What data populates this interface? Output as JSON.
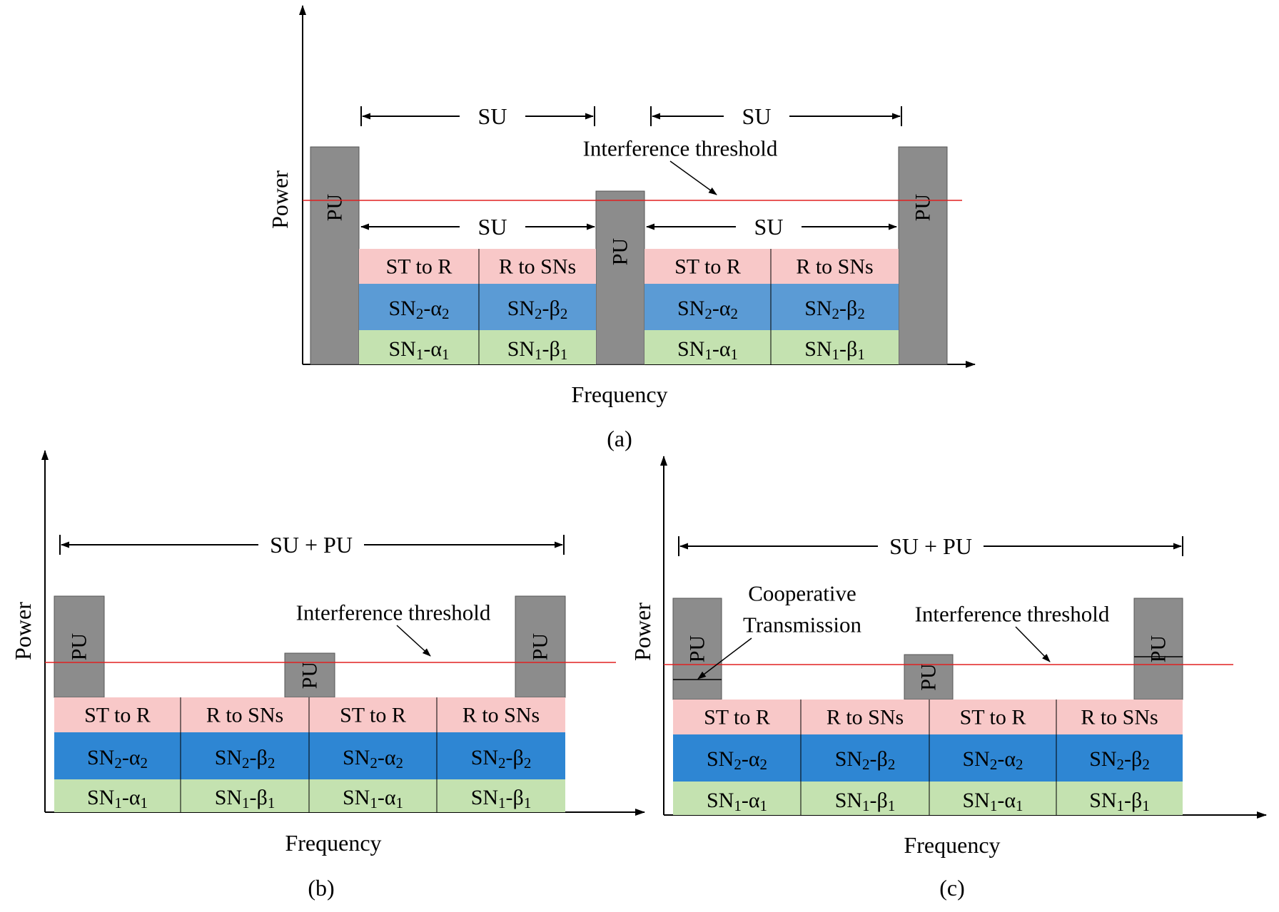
{
  "colors": {
    "pink": "#f8c8c8",
    "blue": "#5b9bd5",
    "blue_dark": "#2e86d3",
    "green": "#c4e2b0",
    "pu": "#8c8c8c",
    "threshold": "#e02020",
    "axis": "#000000"
  },
  "labels": {
    "power": "Power",
    "frequency": "Frequency",
    "interference_threshold": "Interference threshold",
    "cooperative_1": "Cooperative",
    "cooperative_2": "Transmission",
    "su": "SU",
    "su_pu": "SU + PU",
    "pu": "PU"
  },
  "rows": {
    "top": [
      "ST to R",
      "R to SNs",
      "ST to R",
      "R to SNs"
    ],
    "middle": [
      {
        "base": "SN",
        "sub": "2",
        "mid": "-",
        "greek": "α",
        "gsub": "2"
      },
      {
        "base": "SN",
        "sub": "2",
        "mid": "-",
        "greek": "β",
        "gsub": "2"
      },
      {
        "base": "SN",
        "sub": "2",
        "mid": "-",
        "greek": "α",
        "gsub": "2"
      },
      {
        "base": "SN",
        "sub": "2",
        "mid": "-",
        "greek": "β",
        "gsub": "2"
      }
    ],
    "bottom": [
      {
        "base": "SN",
        "sub": "1",
        "mid": "-",
        "greek": "α",
        "gsub": "1"
      },
      {
        "base": "SN",
        "sub": "1",
        "mid": "-",
        "greek": "β",
        "gsub": "1"
      },
      {
        "base": "SN",
        "sub": "1",
        "mid": "-",
        "greek": "α",
        "gsub": "1"
      },
      {
        "base": "SN",
        "sub": "1",
        "mid": "-",
        "greek": "β",
        "gsub": "1"
      }
    ]
  },
  "panels": [
    {
      "id": "a",
      "caption": "(a)"
    },
    {
      "id": "b",
      "caption": "(b)"
    },
    {
      "id": "c",
      "caption": "(c)"
    }
  ]
}
